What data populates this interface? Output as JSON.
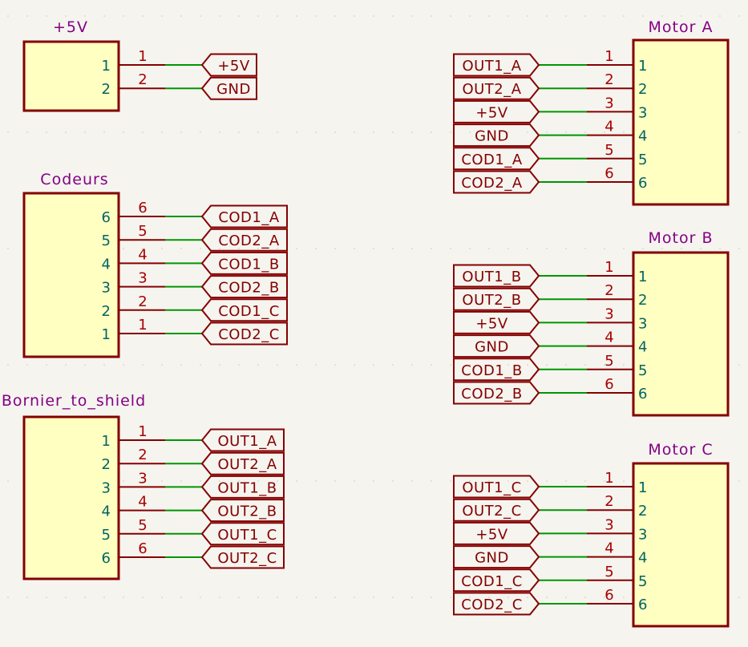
{
  "components": [
    {
      "id": "power",
      "title": "+5V",
      "pins": [
        {
          "num": "1",
          "label": "+5V"
        },
        {
          "num": "2",
          "label": "GND"
        }
      ]
    },
    {
      "id": "codeurs",
      "title": "Codeurs",
      "pins": [
        {
          "num": "6",
          "label": "COD1_A"
        },
        {
          "num": "5",
          "label": "COD2_A"
        },
        {
          "num": "4",
          "label": "COD1_B"
        },
        {
          "num": "3",
          "label": "COD2_B"
        },
        {
          "num": "2",
          "label": "COD1_C"
        },
        {
          "num": "1",
          "label": "COD2_C"
        }
      ]
    },
    {
      "id": "bornier",
      "title": "Bornier_to_shield",
      "pins": [
        {
          "num": "1",
          "label": "OUT1_A"
        },
        {
          "num": "2",
          "label": "OUT2_A"
        },
        {
          "num": "3",
          "label": "OUT1_B"
        },
        {
          "num": "4",
          "label": "OUT2_B"
        },
        {
          "num": "5",
          "label": "OUT1_C"
        },
        {
          "num": "6",
          "label": "OUT2_C"
        }
      ]
    },
    {
      "id": "motor-a",
      "title": "Motor A",
      "pins": [
        {
          "num": "1",
          "label": "OUT1_A"
        },
        {
          "num": "2",
          "label": "OUT2_A"
        },
        {
          "num": "3",
          "label": "+5V"
        },
        {
          "num": "4",
          "label": "GND"
        },
        {
          "num": "5",
          "label": "COD1_A"
        },
        {
          "num": "6",
          "label": "COD2_A"
        }
      ]
    },
    {
      "id": "motor-b",
      "title": "Motor B",
      "pins": [
        {
          "num": "1",
          "label": "OUT1_B"
        },
        {
          "num": "2",
          "label": "OUT2_B"
        },
        {
          "num": "3",
          "label": "+5V"
        },
        {
          "num": "4",
          "label": "GND"
        },
        {
          "num": "5",
          "label": "COD1_B"
        },
        {
          "num": "6",
          "label": "COD2_B"
        }
      ]
    },
    {
      "id": "motor-c",
      "title": "Motor C",
      "pins": [
        {
          "num": "1",
          "label": "OUT1_C"
        },
        {
          "num": "2",
          "label": "OUT2_C"
        },
        {
          "num": "3",
          "label": "+5V"
        },
        {
          "num": "4",
          "label": "GND"
        },
        {
          "num": "5",
          "label": "COD1_C"
        },
        {
          "num": "6",
          "label": "COD2_C"
        }
      ]
    }
  ],
  "colors": {
    "background": "#f5f4ef",
    "component_fill": "#ffffc2",
    "component_stroke": "#840000",
    "wire": "#009600",
    "title": "#840084",
    "pin_number_inside": "#006464"
  }
}
